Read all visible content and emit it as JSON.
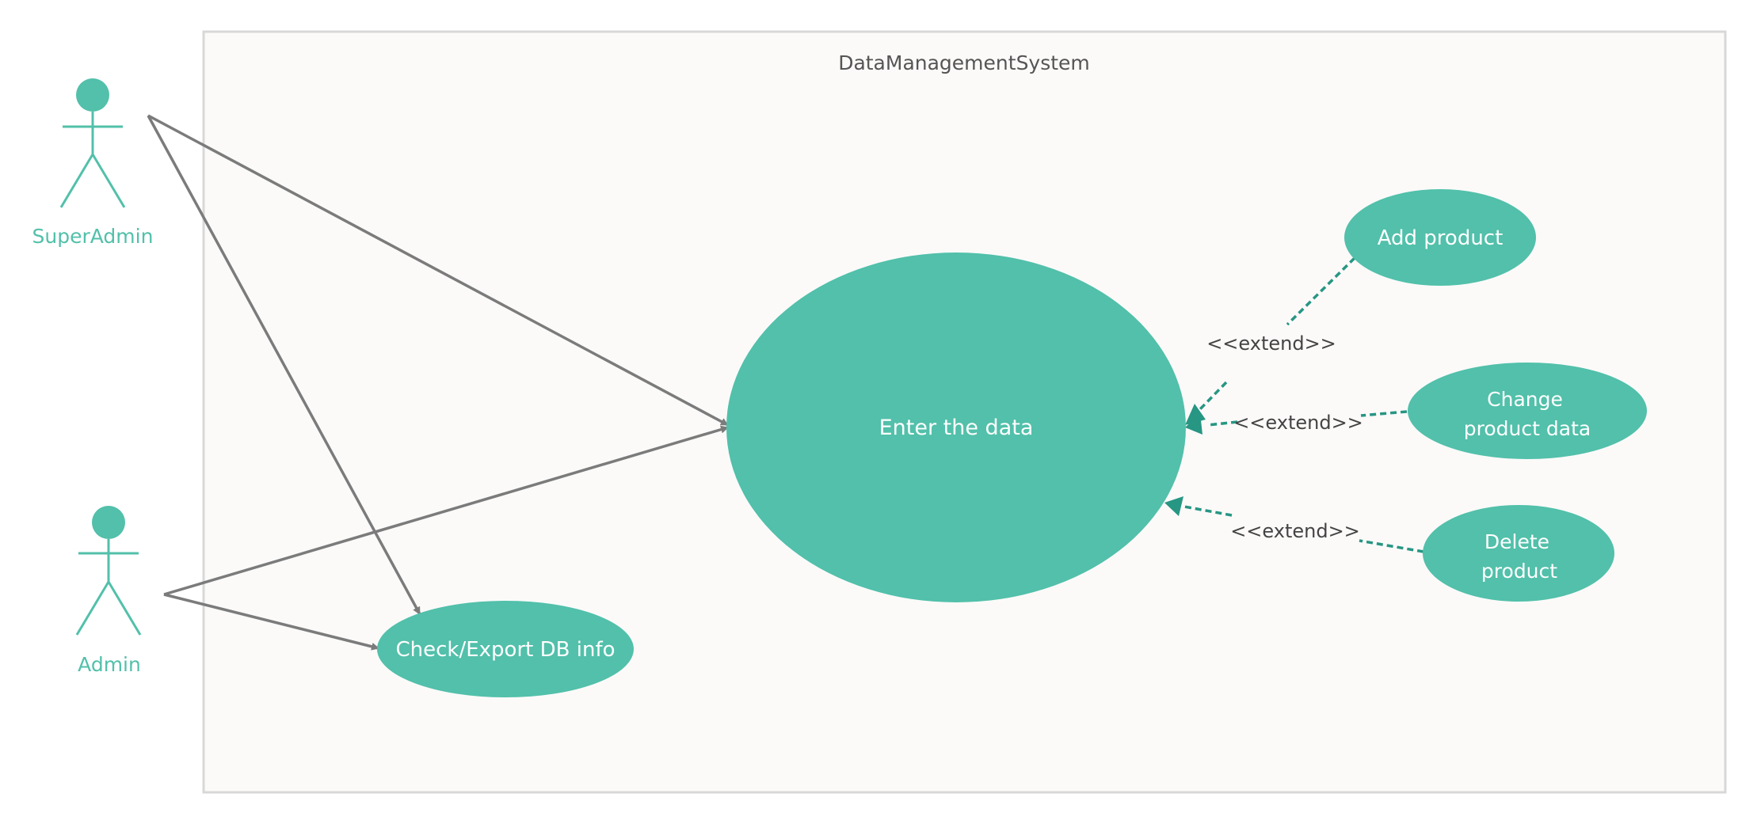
{
  "system": {
    "title": "DataManagementSystem"
  },
  "actors": {
    "superadmin": {
      "label": "SuperAdmin"
    },
    "admin": {
      "label": "Admin"
    }
  },
  "use_cases": {
    "enter_data": {
      "label": "Enter the data"
    },
    "check_export": {
      "label": "Check/Export DB info"
    },
    "add_product": {
      "label": "Add product"
    },
    "change_product": {
      "line1": "Change",
      "line2": "product data"
    },
    "delete_product": {
      "line1": "Delete",
      "line2": "product"
    }
  },
  "relations": {
    "extend_add": "<<extend>>",
    "extend_change": "<<extend>>",
    "extend_delete": "<<extend>>"
  },
  "colors": {
    "accent": "#52c0aa",
    "extend_line": "#279683",
    "association_line": "#7b7b7b",
    "system_fill": "#fbfaf9",
    "system_border": "#d8d8d8"
  }
}
